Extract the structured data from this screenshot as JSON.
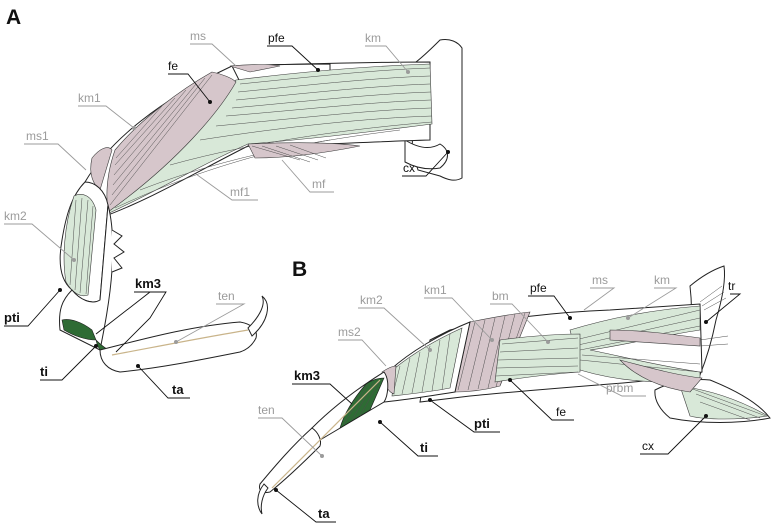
{
  "panels": {
    "A": {
      "letter": "A",
      "labels": {
        "ms": "ms",
        "pfe": "pfe",
        "km": "km",
        "fe": "fe",
        "km1": "km1",
        "ms1": "ms1",
        "cx": "cx",
        "mf": "mf",
        "mf1": "mf1",
        "km2": "km2",
        "pti": "pti",
        "km3": "km3",
        "ten": "ten",
        "ti": "ti",
        "ta": "ta"
      }
    },
    "B": {
      "letter": "B",
      "labels": {
        "km2": "km2",
        "km1": "km1",
        "bm": "bm",
        "pfe": "pfe",
        "ms": "ms",
        "km": "km",
        "tr": "tr",
        "ms2": "ms2",
        "km3": "km3",
        "ten": "ten",
        "pti": "pti",
        "fe": "fe",
        "prbm": "prbm",
        "cx": "cx",
        "ti": "ti",
        "ta": "ta"
      }
    }
  },
  "colors": {
    "green_muscle": "#d8e8d8",
    "mauve_muscle": "#d6c6cb",
    "dark_muscle": "#2e6b34",
    "grey_label": "#9b9b9b",
    "black_label": "#111111"
  }
}
